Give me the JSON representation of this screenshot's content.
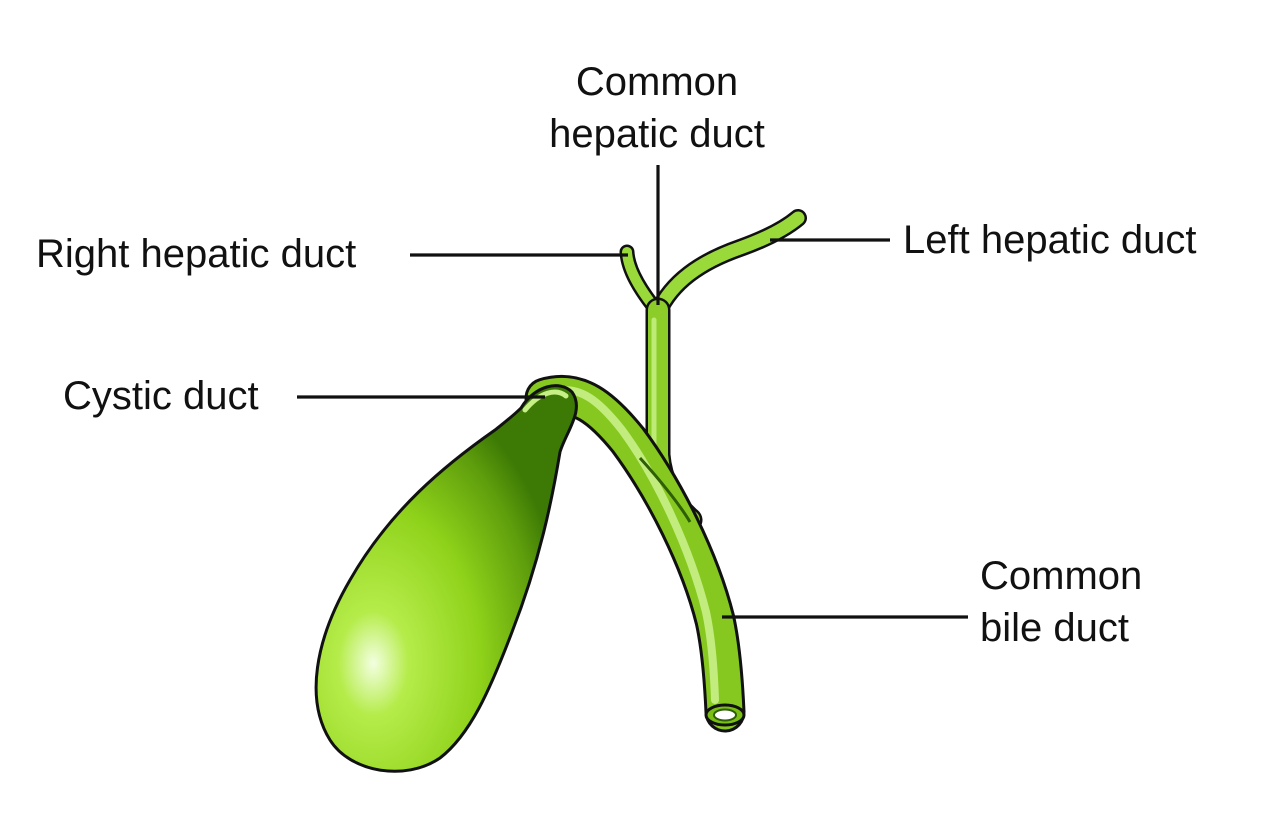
{
  "labels": {
    "common_hepatic_duct": [
      "Common",
      "hepatic duct"
    ],
    "right_hepatic_duct": "Right hepatic duct",
    "left_hepatic_duct": "Left hepatic duct",
    "cystic_duct": "Cystic duct",
    "common_bile_duct": [
      "Common",
      "bile duct"
    ]
  },
  "colors": {
    "organ_fill": "#8fd21a",
    "organ_dark": "#3d7a05",
    "organ_highlight": "#e6fbc8",
    "outline": "#111111",
    "text": "#111111"
  }
}
